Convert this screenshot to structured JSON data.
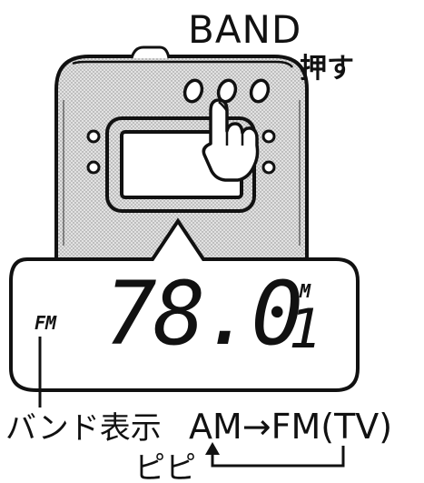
{
  "labels": {
    "band": "BAND",
    "press": "押す",
    "band_display": "バンド表示",
    "sequence": "AM→FM(TV)",
    "beep": "ピピ"
  },
  "lcd": {
    "band_indicator": "FM",
    "frequency": "78.0",
    "memory_label": "M",
    "memory_number": "1"
  },
  "colors": {
    "ink": "#111111",
    "device_fill": "#d9d9d9",
    "paper": "#ffffff"
  }
}
